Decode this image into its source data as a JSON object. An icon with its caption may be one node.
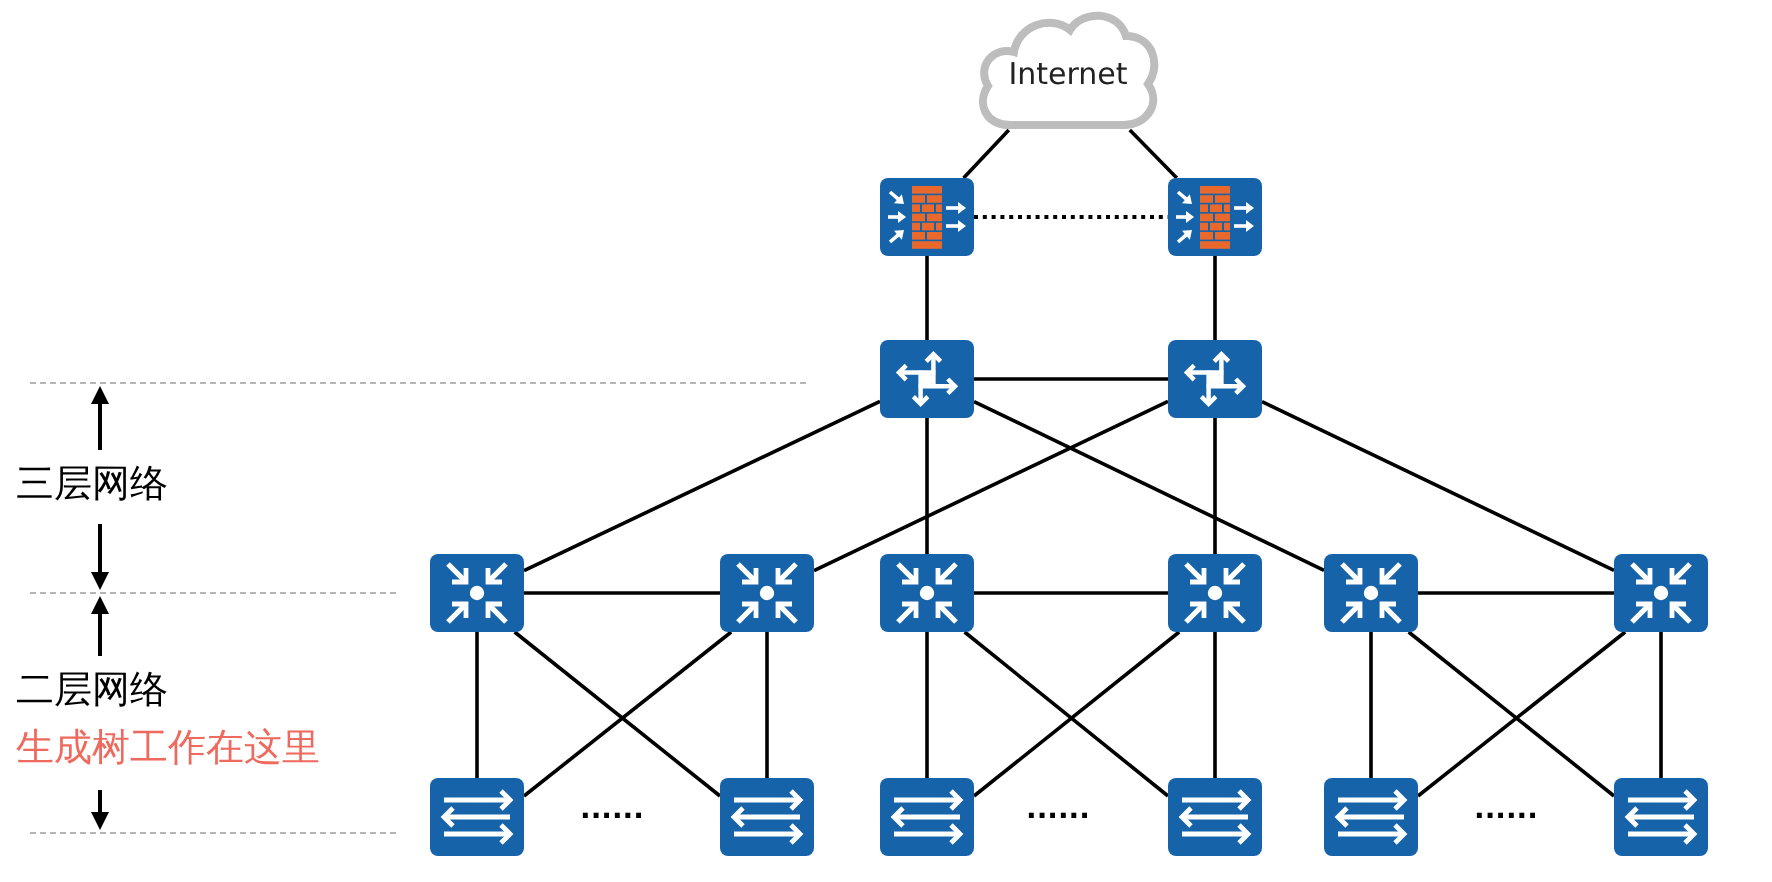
{
  "diagram": {
    "nodes": [
      {
        "text": [
          "Internet"
        ]
      },
      {
        "text": [],
        "shape": "picture"
      },
      {
        "text": [],
        "shape": "picture"
      },
      {
        "text": [],
        "shape": "picture"
      },
      {
        "text": [],
        "shape": "picture"
      },
      {
        "text": [],
        "shape": "picture"
      },
      {
        "text": [],
        "shape": "picture"
      },
      {
        "text": [],
        "shape": "picture"
      },
      {
        "text": [],
        "shape": "picture"
      },
      {
        "text": [],
        "shape": "picture"
      },
      {
        "text": [],
        "shape": "picture"
      },
      {
        "text": [],
        "shape": "picture"
      },
      {
        "text": [],
        "shape": "picture"
      },
      {
        "text": [],
        "shape": "picture"
      },
      {
        "text": [],
        "shape": "picture"
      },
      {
        "text": [],
        "shape": "picture"
      },
      {
        "text": [],
        "shape": "picture"
      }
    ],
    "edges": [
      {
        "from": 0,
        "to": 1,
        "arrow": "none"
      },
      {
        "from": 0,
        "to": 2,
        "arrow": "none"
      },
      {
        "from": 1,
        "to": 2,
        "arrow": "none",
        "style": "dashed"
      },
      {
        "from": 1,
        "to": 3,
        "arrow": "none"
      },
      {
        "from": 2,
        "to": 4,
        "arrow": "none"
      },
      {
        "from": 3,
        "to": 4,
        "arrow": "none"
      },
      {
        "from": 3,
        "to": 5,
        "arrow": "none"
      },
      {
        "from": 3,
        "to": 7,
        "arrow": "none"
      },
      {
        "from": 3,
        "to": 9,
        "arrow": "none"
      },
      {
        "from": 4,
        "to": 6,
        "arrow": "none"
      },
      {
        "from": 4,
        "to": 8,
        "arrow": "none"
      },
      {
        "from": 4,
        "to": 10,
        "arrow": "none"
      },
      {
        "from": 5,
        "to": 6,
        "arrow": "none"
      },
      {
        "from": 7,
        "to": 8,
        "arrow": "none"
      },
      {
        "from": 9,
        "to": 10,
        "arrow": "none"
      },
      {
        "from": 5,
        "to": 11,
        "arrow": "none"
      },
      {
        "from": 5,
        "to": 12,
        "arrow": "none"
      },
      {
        "from": 6,
        "to": 11,
        "arrow": "none"
      },
      {
        "from": 6,
        "to": 12,
        "arrow": "none"
      },
      {
        "from": 7,
        "to": 13,
        "arrow": "none"
      },
      {
        "from": 7,
        "to": 14,
        "arrow": "none"
      },
      {
        "from": 8,
        "to": 13,
        "arrow": "none"
      },
      {
        "from": 8,
        "to": 14,
        "arrow": "none"
      },
      {
        "from": 9,
        "to": 15,
        "arrow": "none"
      },
      {
        "from": 9,
        "to": 16,
        "arrow": "none"
      },
      {
        "from": 10,
        "to": 15,
        "arrow": "none"
      },
      {
        "from": 10,
        "to": 16,
        "arrow": "none"
      }
    ],
    "labels": [
      "三层网络",
      "二层网络",
      "生成树工作在这里",
      "......",
      "......",
      "......"
    ]
  }
}
